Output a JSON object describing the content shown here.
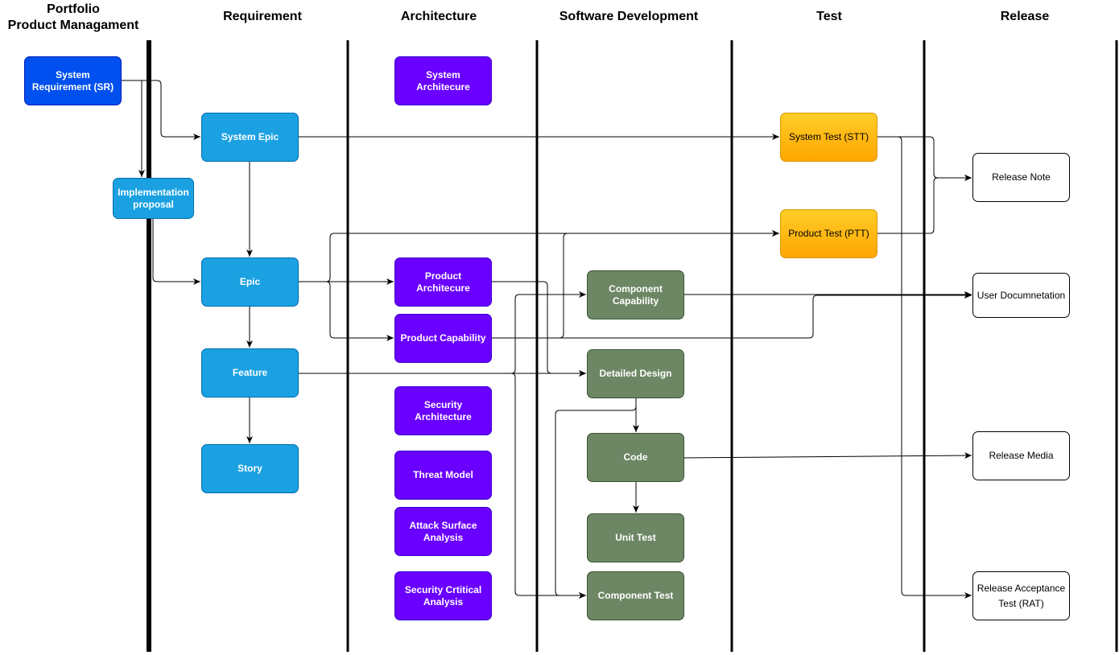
{
  "lanes": {
    "portfolio": "Portfolio\nProduct Managament",
    "requirement": "Requirement",
    "architecture": "Architecture",
    "software_development": "Software Development",
    "test": "Test",
    "release": "Release"
  },
  "nodes": {
    "sr": "System Requirement (SR)",
    "impl": "Implementation proposal",
    "system_epic": "System Epic",
    "epic": "Epic",
    "feature": "Feature",
    "story": "Story",
    "sys_arch": "System Architecure",
    "prod_arch": "Product Architecure",
    "prod_cap": "Product Capability",
    "sec_arch": "Security Architecture",
    "threat": "Threat Model",
    "attack": "Attack Surface Analysis",
    "sec_crit": "Security Crtitical Analysis",
    "comp_cap": "Component Capability",
    "detailed": "Detailed Design",
    "code": "Code",
    "unit": "Unit Test",
    "comp_test": "Component Test",
    "stt": "System Test (STT)",
    "ptt": "Product Test (PTT)",
    "rel_note": "Release Note",
    "user_doc": "User Documnetation",
    "rel_media": "Release Media",
    "rat": "Release Acceptance Test (RAT)"
  },
  "colors": {
    "dark_blue": "#0050ef",
    "blue": "#1ba1e2",
    "purple": "#6a00ff",
    "green": "#6d8764",
    "orange": "#ffa500",
    "white": "#ffffff",
    "lane_line": "#000000"
  }
}
